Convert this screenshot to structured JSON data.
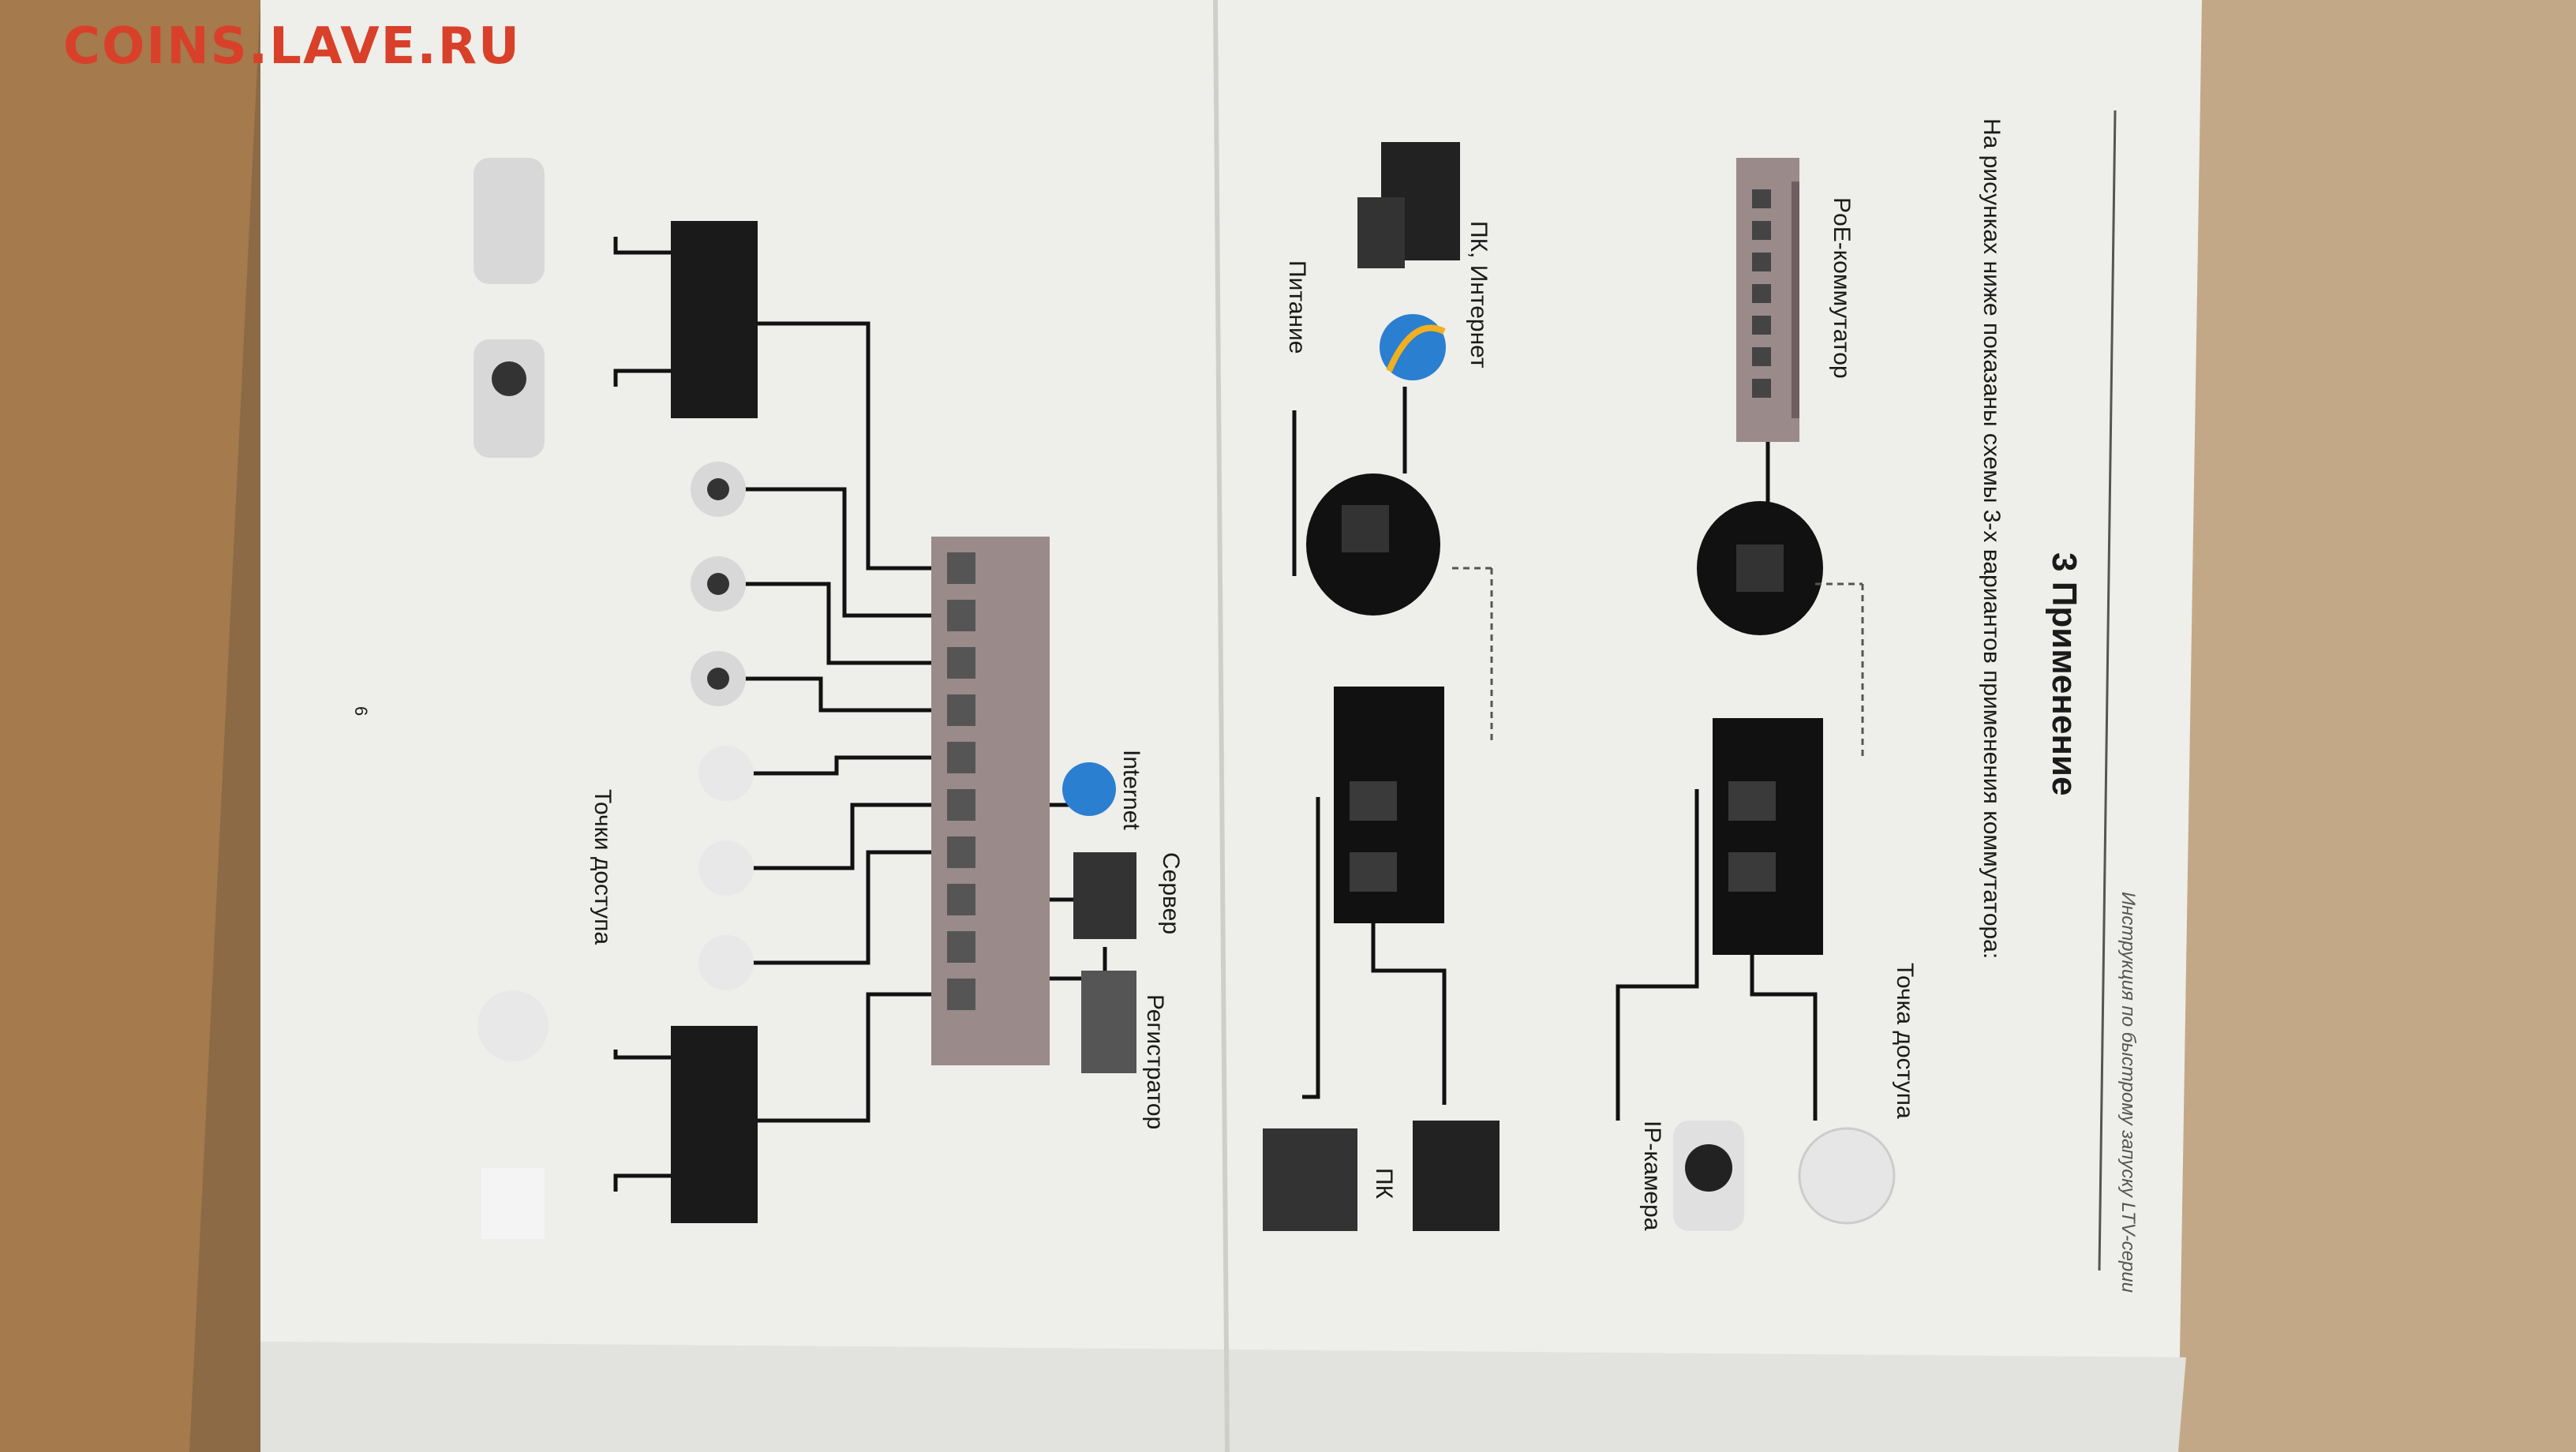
{
  "watermark": "COINS.LAVE.RU",
  "header": {
    "doc_title": "Инструкция по быстрому запуску LTV-серии"
  },
  "section": {
    "title": "3 Применение",
    "intro": "На рисунках ниже показаны схемы 3-х вариантов применения коммутатора:"
  },
  "labels": {
    "poe_switch": "PoE-коммутатор",
    "access_point": "Точка доступа",
    "ip_camera": "IP-камера",
    "pc_internet": "ПК, Интернет",
    "power": "Питание",
    "pc": "ПК",
    "internet": "Internet",
    "server": "Сервер",
    "recorder": "Регистратор",
    "access_points": "Точки доступа"
  },
  "page_number": "6"
}
